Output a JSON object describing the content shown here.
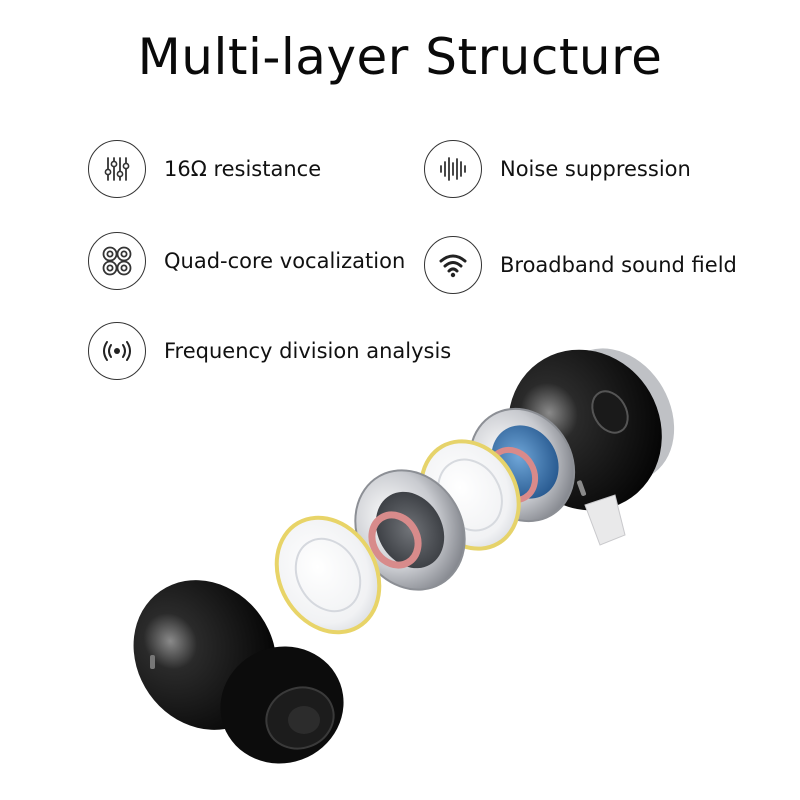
{
  "title": "Multi-layer Structure",
  "features": [
    {
      "label": "16Ω resistance",
      "icon": "equalizer-icon"
    },
    {
      "label": "Noise suppression",
      "icon": "sound-wave-icon"
    },
    {
      "label": "Quad-core vocalization",
      "icon": "quad-circles-icon"
    },
    {
      "label": "Broadband sound field",
      "icon": "broadcast-wave-icon"
    },
    {
      "label": "Frequency division analysis",
      "icon": "radio-wave-icon"
    }
  ]
}
